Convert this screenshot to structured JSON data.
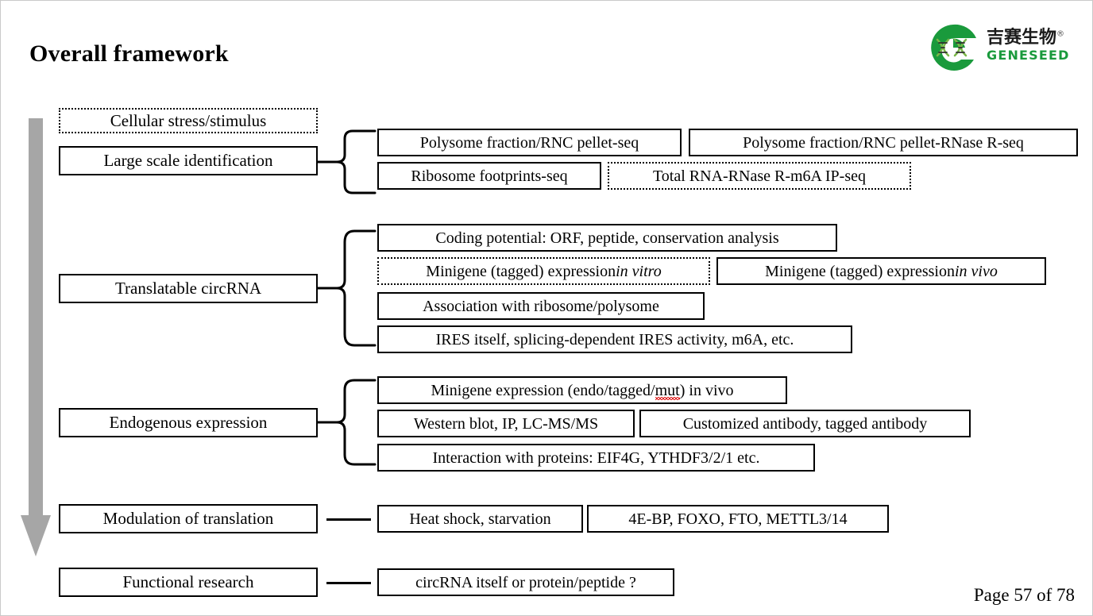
{
  "slide": {
    "title": "Overall framework",
    "page_label": "Page 57 of 78",
    "accent_green": "#1a9a3c",
    "arrow_color": "#a6a6a6",
    "spellcheck_color": "#e02020"
  },
  "logo": {
    "chinese_name": "吉赛生物",
    "registered_mark": "®",
    "english_name": "GENESEED",
    "mark_icon": "dna-helix-in-g-circle-icon"
  },
  "stages": [
    {
      "label": "Cellular stress/stimulus",
      "border": "dotted"
    },
    {
      "label": "Large scale identification",
      "border": "solid"
    },
    {
      "label": "Translatable circRNA",
      "border": "solid"
    },
    {
      "label": "Endogenous expression",
      "border": "solid"
    },
    {
      "label": "Modulation of translation",
      "border": "solid"
    },
    {
      "label": "Functional research",
      "border": "solid"
    }
  ],
  "items": {
    "large_scale_identification": [
      {
        "label": "Polysome fraction/RNC pellet-seq",
        "border": "solid"
      },
      {
        "label": "Polysome fraction/RNC pellet-RNase R-seq",
        "border": "solid"
      },
      {
        "label": "Ribosome footprints-seq",
        "border": "solid"
      },
      {
        "label": "Total RNA-RNase R-m6A IP-seq",
        "border": "dotted"
      }
    ],
    "translatable_circrna": [
      {
        "label": "Coding potential: ORF, peptide, conservation analysis",
        "border": "solid"
      },
      {
        "label_prefix": "Minigene (tagged) expression ",
        "label_italic": "in vitro",
        "border": "dotted"
      },
      {
        "label_prefix": "Minigene (tagged) expression ",
        "label_italic": "in vivo",
        "border": "solid"
      },
      {
        "label": "Association with ribosome/polysome",
        "border": "solid"
      },
      {
        "label": "IRES itself, splicing-dependent IRES activity, m6A, etc.",
        "border": "solid"
      }
    ],
    "endogenous_expression": [
      {
        "label_a": "Minigene expression (endo/tagged/",
        "label_misspelled": "mut",
        "label_b": ") in vivo",
        "border": "solid"
      },
      {
        "label": "Western blot, IP, LC-MS/MS",
        "border": "solid"
      },
      {
        "label": "Customized antibody, tagged antibody",
        "border": "solid"
      },
      {
        "label": "Interaction with proteins: EIF4G, YTHDF3/2/1 etc.",
        "border": "solid"
      }
    ],
    "modulation_of_translation": [
      {
        "label": "Heat shock, starvation",
        "border": "solid"
      },
      {
        "label": "4E-BP, FOXO, FTO, METTL3/14",
        "border": "solid"
      }
    ],
    "functional_research": [
      {
        "label": "circRNA itself or protein/peptide ?",
        "border": "solid"
      }
    ]
  }
}
